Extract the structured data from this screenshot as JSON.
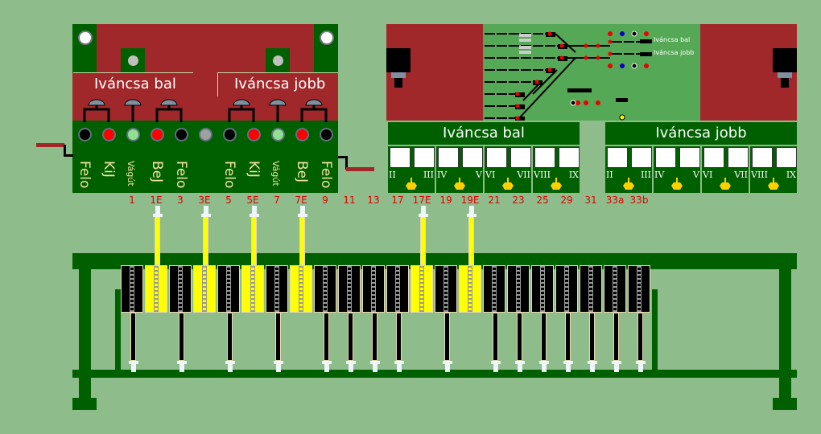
{
  "left_panel": {
    "stations": [
      {
        "name": "Iváncsa bal"
      },
      {
        "name": "Iváncsa jobb"
      }
    ],
    "lamps": [
      {
        "color": "#000000"
      },
      {
        "color": "#ff0000"
      },
      {
        "color": "#90e090"
      },
      {
        "color": "#ff0000"
      },
      {
        "color": "#000000"
      },
      {
        "color": "#a0a0a0"
      },
      {
        "color": "#000000"
      },
      {
        "color": "#ff0000"
      },
      {
        "color": "#90e090"
      },
      {
        "color": "#ff0000"
      },
      {
        "color": "#000000"
      }
    ],
    "labels": [
      "Felo",
      "KiJ",
      "Vágút",
      "BeJ",
      "Felo",
      "",
      "Felo",
      "KiJ",
      "Vágút",
      "BeJ",
      "Felo"
    ]
  },
  "right_panel": {
    "diagram_labels": [
      "Iváncsa bal",
      "Iváncsa jobb"
    ]
  },
  "blocks": [
    {
      "title": "Iváncsa bal",
      "groups": [
        [
          "II",
          "III"
        ],
        [
          "IV",
          "V"
        ],
        [
          "VI",
          "VII"
        ],
        [
          "VIII",
          "IX"
        ]
      ]
    },
    {
      "title": "Iváncsa jobb",
      "groups": [
        [
          "II",
          "III"
        ],
        [
          "IV",
          "V"
        ],
        [
          "VI",
          "VII"
        ],
        [
          "VIII",
          "IX"
        ]
      ]
    }
  ],
  "levers": [
    {
      "label": "1",
      "pulled": false
    },
    {
      "label": "1E",
      "pulled": true
    },
    {
      "label": "3",
      "pulled": false
    },
    {
      "label": "3E",
      "pulled": true
    },
    {
      "label": "5",
      "pulled": false
    },
    {
      "label": "5E",
      "pulled": true
    },
    {
      "label": "7",
      "pulled": false
    },
    {
      "label": "7E",
      "pulled": true
    },
    {
      "label": "9",
      "pulled": false
    },
    {
      "label": "11",
      "pulled": false
    },
    {
      "label": "13",
      "pulled": false
    },
    {
      "label": "17",
      "pulled": false
    },
    {
      "label": "17E",
      "pulled": true
    },
    {
      "label": "19",
      "pulled": false
    },
    {
      "label": "19E",
      "pulled": true
    },
    {
      "label": "21",
      "pulled": false
    },
    {
      "label": "23",
      "pulled": false
    },
    {
      "label": "25",
      "pulled": false
    },
    {
      "label": "29",
      "pulled": false
    },
    {
      "label": "31",
      "pulled": false
    },
    {
      "label": "33a",
      "pulled": false
    },
    {
      "label": "33b",
      "pulled": false
    }
  ],
  "colors": {
    "pulled": "#ffff00",
    "normal": "#000000",
    "frame": "#006000",
    "background": "#8fbc8b",
    "panel_red": "#a0282a",
    "lever_number": "#e00000"
  }
}
